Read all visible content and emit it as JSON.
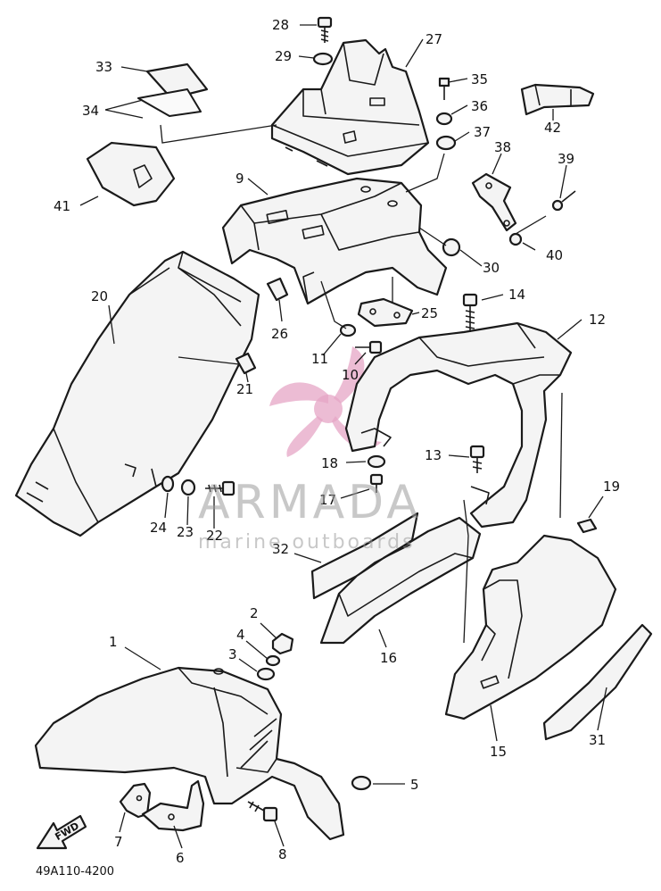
{
  "diagram": {
    "code": "49A110-4200",
    "fwd_label": "FWD",
    "labels": [
      "28",
      "29",
      "27",
      "33",
      "35",
      "34",
      "36",
      "37",
      "42",
      "38",
      "39",
      "41",
      "9",
      "40",
      "30",
      "20",
      "14",
      "12",
      "25",
      "26",
      "11",
      "10",
      "21",
      "13",
      "18",
      "17",
      "19",
      "24",
      "23",
      "22",
      "32",
      "16",
      "2",
      "4",
      "1",
      "3",
      "15",
      "31",
      "5",
      "7",
      "6",
      "8"
    ]
  },
  "watermark": {
    "brand": "ARMADA",
    "tagline": "marine outboards",
    "colors": {
      "propeller": "#e6a6c6",
      "text": "#9a9a9a"
    }
  }
}
